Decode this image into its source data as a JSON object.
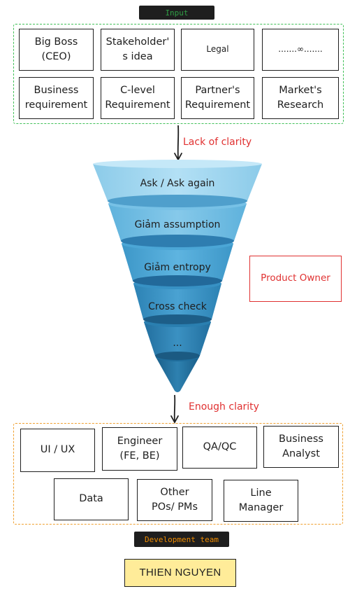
{
  "input_section": {
    "tag": "Input",
    "boxes": [
      "Big Boss\n(CEO)",
      "Stakeholder'\ns idea",
      "Legal",
      ".......∞.......",
      "Business\nrequirement",
      "C-level\nRequirement",
      "Partner's\nRequirement",
      "Market's\nResearch"
    ]
  },
  "arrows": {
    "top_label": "Lack of clarity",
    "bottom_label": "Enough clarity"
  },
  "funnel": {
    "layers": [
      "Ask / Ask again",
      "Giảm assumption",
      "Giảm entropy",
      "Cross check",
      "...",
      ""
    ]
  },
  "product_owner": "Product Owner",
  "development_section": {
    "tag": "Development team",
    "boxes": [
      "UI / UX",
      "Engineer\n(FE, BE)",
      "QA/QC",
      "Business\nAnalyst",
      "Data",
      "Other\nPOs/ PMs",
      "Line\nManager"
    ]
  },
  "footer": "THIEN NGUYEN",
  "colors": {
    "input_tag_text": "#2f9e44",
    "input_border": "#40c057",
    "dev_tag_text": "#f08c00",
    "dev_border": "#f0a030",
    "red_text": "#e03131",
    "footer_bg": "#ffec99",
    "funnel_light": "#a5d8f3",
    "funnel_dark": "#1c6f9e"
  }
}
